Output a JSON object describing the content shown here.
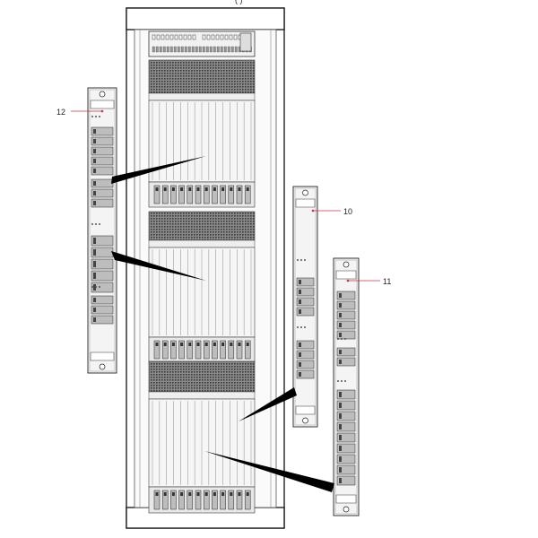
{
  "header_fragment": "(          )",
  "callouts": [
    {
      "id": "card-12",
      "label": "12"
    },
    {
      "id": "card-10",
      "label": "10"
    },
    {
      "id": "card-11",
      "label": "11"
    }
  ],
  "colors": {
    "frame": "#111111",
    "line": "#555555",
    "panel": "#f4f4f4",
    "vent": "#6a6a6a",
    "callout_line": "#d0304a",
    "leader": "#000000"
  }
}
